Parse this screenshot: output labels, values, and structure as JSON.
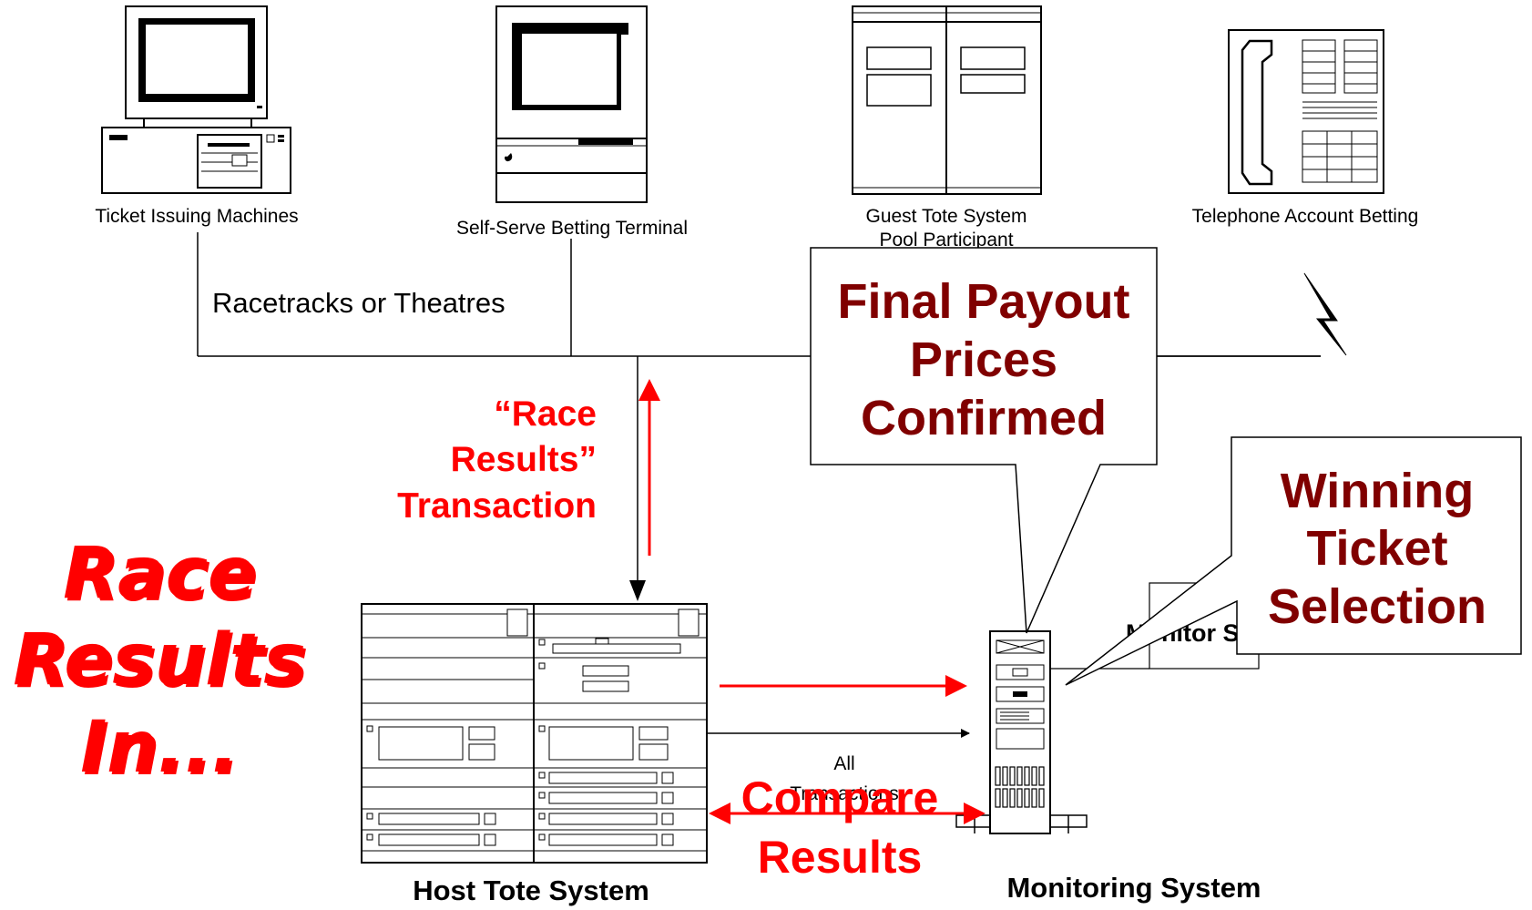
{
  "devices": {
    "ticket_machines": "Ticket Issuing Machines",
    "self_serve": "Self-Serve Betting Terminal",
    "guest_tote_line1": "Guest Tote System",
    "guest_tote_line2": "Pool Participant",
    "telephone": "Telephone Account Betting"
  },
  "network_label": "Racetracks or Theatres",
  "transaction": {
    "line1": "“Race",
    "line2": "Results”",
    "line3": "Transaction"
  },
  "headline": {
    "line1": "Race",
    "line2": "Results",
    "line3": "In..."
  },
  "callouts": {
    "payout": {
      "line1": "Final Payout",
      "line2": "Prices",
      "line3": "Confirmed"
    },
    "winning": {
      "line1": "Winning",
      "line2": "Ticket",
      "line3": "Selection"
    }
  },
  "monitor_partial": "Monitor S",
  "all_transactions": {
    "line1": "All",
    "line2": "Transactions"
  },
  "compare": {
    "line1": "Compare",
    "line2": "Results"
  },
  "systems": {
    "host": "Host Tote System",
    "monitoring": "Monitoring System"
  },
  "colors": {
    "arrow_red": "#ff0000",
    "callout_text": "#800000",
    "line": "#000000"
  }
}
